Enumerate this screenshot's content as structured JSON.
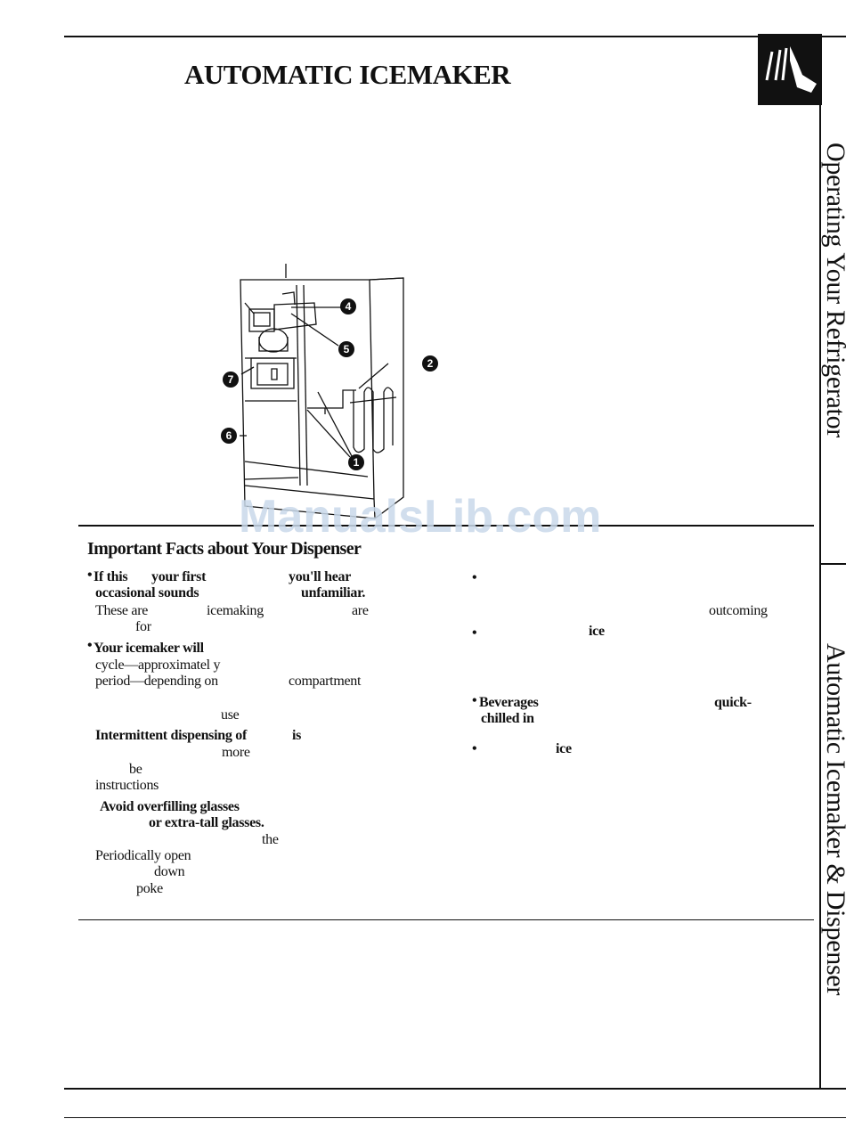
{
  "page": {
    "title": "AUTOMATIC ICEMAKER",
    "section_heading": "Important Facts about Your Dispenser",
    "side_tabs": [
      "Operating Your Refrigerator",
      "Automatic Icemaker & Dispenser"
    ],
    "watermark": "ManualsLib.com"
  },
  "diagram": {
    "callouts": [
      "1",
      "2",
      "4",
      "5",
      "6",
      "7"
    ]
  },
  "left_column": [
    "If this",
    "your first",
    "you'll hear",
    "occasional sounds",
    "unfamiliar.",
    "These are",
    "icemaking",
    "are",
    "for",
    "Your icemaker will",
    "cycle—approximatel y",
    "period—depending on",
    "compartment",
    "use",
    "Intermittent dispensing of",
    "is",
    "more",
    "be",
    "instructions",
    "Avoid overfilling glasses",
    "or extra-tall glasses.",
    "the",
    "Periodically open",
    "down",
    "poke"
  ],
  "right_column": [
    "outcoming",
    "ice",
    "Beverages",
    "quick-",
    "chilled in",
    "ice"
  ]
}
